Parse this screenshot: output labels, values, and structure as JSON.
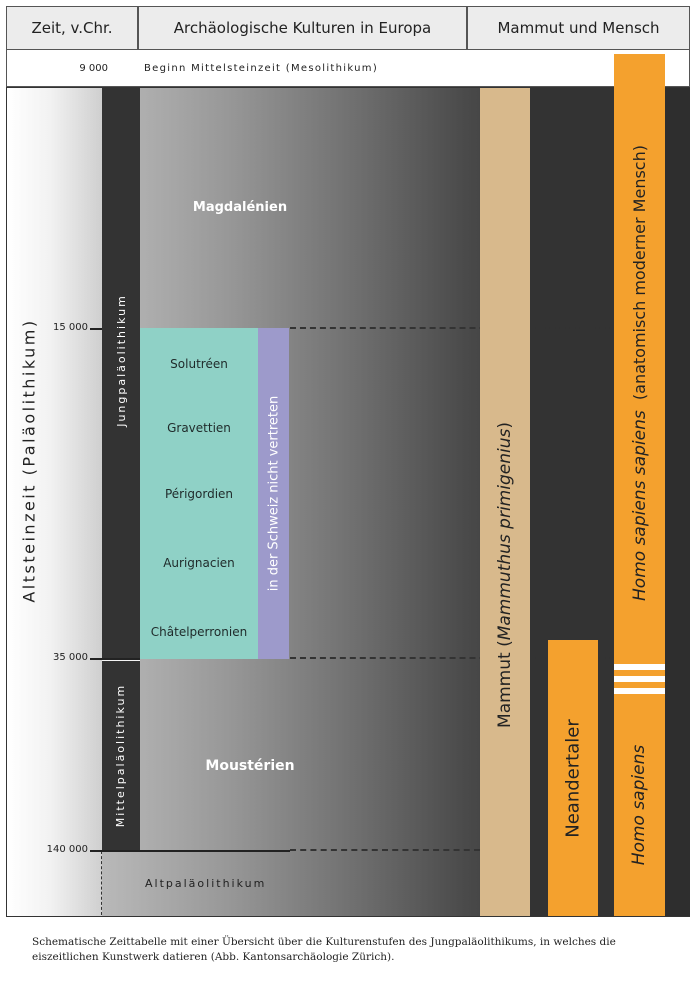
{
  "header": {
    "col_time": "Zeit, v.Chr.",
    "col_cultures": "Archäologische Kulturen in Europa",
    "col_mammoth_human": "Mammut und Mensch"
  },
  "mesolithic": {
    "time": "9 000",
    "label": "Beginn Mittelsteinzeit (Mesolithikum)"
  },
  "time_ticks": [
    "15 000",
    "35 000",
    "140 000"
  ],
  "periods": {
    "altsteinzeit": "Altsteinzeit (Paläolithikum)",
    "jungpalaeolithikum": "Jungpaläolithikum",
    "mittelpalaeolithikum": "Mittelpaläolithikum",
    "altpalaeolithikum": "Altpaläolithikum"
  },
  "cultures": {
    "magdalenien": "Magdalénien",
    "upper": [
      "Solutréen",
      "Gravettien",
      "Périgordien",
      "Aurignacien",
      "Châtelperronien"
    ],
    "not_in_switzerland": "in der Schweiz nicht vertreten",
    "mousterien": "Moustérien"
  },
  "species": {
    "mammut": {
      "prefix": "Mammut (",
      "latin": "Mammuthus primigenius",
      "suffix": ")"
    },
    "neandertaler": "Neandertaler",
    "hss": {
      "latin": "Homo sapiens sapiens",
      "note": "(anatomisch moderner Mensch)"
    },
    "hs": "Homo sapiens"
  },
  "colors": {
    "mammoth_bar": "#d8b98c",
    "human_bar": "#f4a12e",
    "culture_box": "#8fd1c6",
    "not_represented": "#9d9acb",
    "dark_band": "#333333"
  },
  "caption": "Schematische Zeittabelle mit einer Übersicht über die Kulturenstufen des Jungpaläolithikums, in welches die eiszeitlichen Kunstwerk datieren (Abb. Kantonsarchäologie Zürich)."
}
